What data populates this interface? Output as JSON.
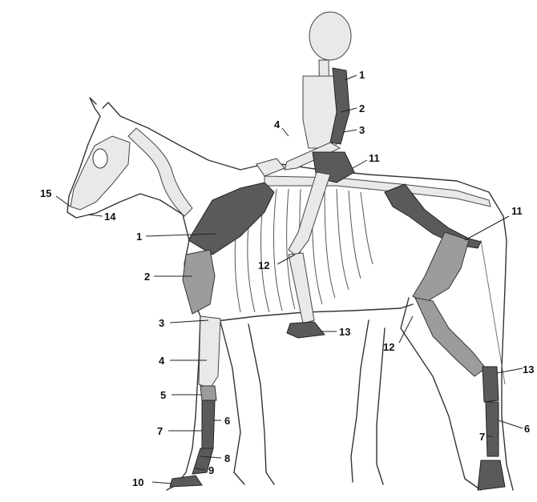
{
  "horse_labels": {
    "l1": "1",
    "l2": "2",
    "l3": "3",
    "l4": "4",
    "l5": "5",
    "l6_front": "6",
    "l7_front": "7",
    "l8": "8",
    "l9": "9",
    "l10": "10",
    "l11_hip": "11",
    "l12_stifle": "12",
    "l13_hock": "13",
    "l6_hind": "6",
    "l7_hind": "7",
    "l14": "14",
    "l15": "15"
  },
  "rider_labels": {
    "l1": "1",
    "l2": "2",
    "l3": "3",
    "l4": "4",
    "l11": "11",
    "l12": "12",
    "l13": "13"
  }
}
